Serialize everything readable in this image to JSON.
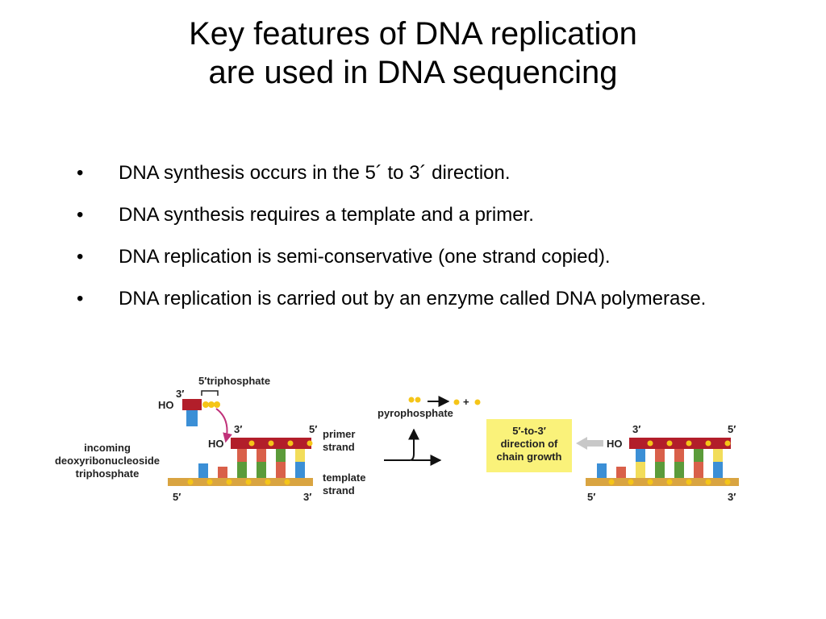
{
  "title": {
    "line1": "Key features of DNA replication",
    "line2": "are used in DNA sequencing"
  },
  "bullets": [
    {
      "marker": "•",
      "text": "DNA synthesis occurs in the 5´ to 3´ direction."
    },
    {
      "marker": "•",
      "text": "DNA synthesis requires a template and a primer."
    },
    {
      "marker": "•",
      "text": "DNA replication is semi-conservative (one strand copied)."
    },
    {
      "marker": "•",
      "text": "DNA replication is carried out by an enzyme called DNA polymerase."
    }
  ],
  "figure": {
    "triphosphate_label": "5′triphosphate",
    "prime3": "3′",
    "prime5": "5′",
    "ho": "HO",
    "incoming_line1": "incoming",
    "incoming_line2": "deoxyribonucleoside",
    "incoming_line3": "triphosphate",
    "primer_line1": "primer",
    "primer_line2": "strand",
    "template_line1": "template",
    "template_line2": "strand",
    "pyrophosphate": "pyrophosphate",
    "plus": "+",
    "direction_line1": "5′-to-3′",
    "direction_line2": "direction of",
    "direction_line3": "chain growth",
    "colors": {
      "backbone": "#d9a441",
      "phosphate": "#f5c518",
      "primer": "#b21e2a",
      "blue": "#3b8fd6",
      "red": "#d9604a",
      "yellow": "#f2dd5a",
      "green": "#5b9b3a",
      "arrow": "#c0327a",
      "callout": "#faf27a"
    }
  }
}
